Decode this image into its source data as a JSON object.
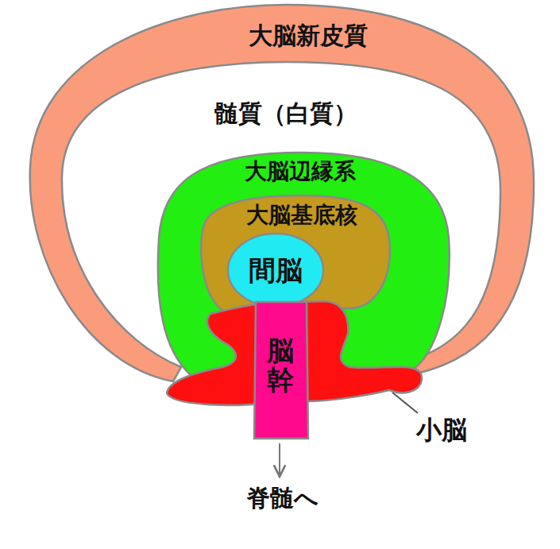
{
  "diagram": {
    "nodes": [
      {
        "text": [
          "大脳新皮質"
        ]
      },
      {
        "text": [
          "大脳辺縁系"
        ]
      },
      {
        "text": [
          "大脳基底核"
        ],
        "in": 1
      },
      {
        "text": [
          "間脳"
        ],
        "in": 2
      },
      {
        "text": [
          "小脳"
        ]
      },
      {
        "text": [
          "脳幹"
        ]
      }
    ],
    "labels": [
      "髄質（白質）",
      "脊髄へ"
    ]
  }
}
